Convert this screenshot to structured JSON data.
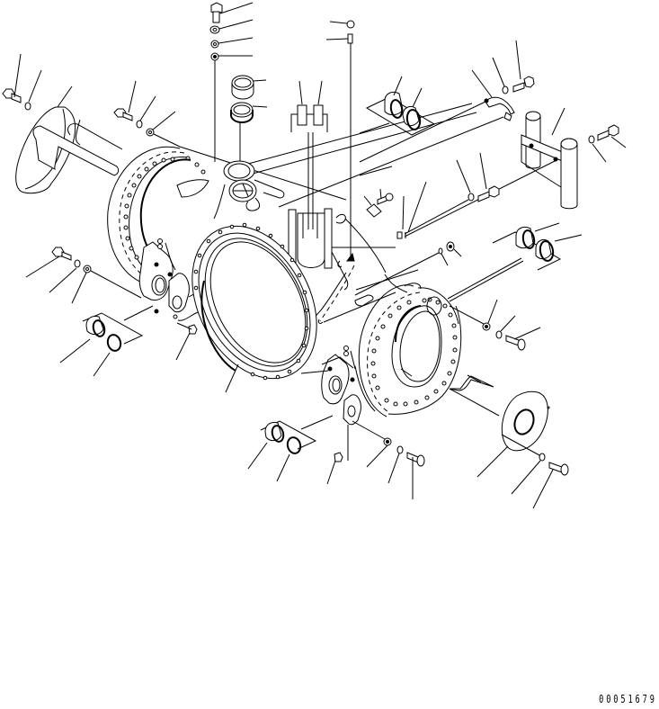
{
  "diagram": {
    "type": "exploded-parts-view",
    "subject": "axle housing assembly",
    "background_color": "#ffffff",
    "line_color": "#000000",
    "figure_id": "00051679",
    "parts": [
      {
        "name": "bolt-top-center"
      },
      {
        "name": "washer-top-center"
      },
      {
        "name": "washer-top-center-2"
      },
      {
        "name": "nut-top-center"
      },
      {
        "name": "bushing-top-1"
      },
      {
        "name": "bushing-top-2"
      },
      {
        "name": "shim-pair-top"
      },
      {
        "name": "grease-nipple-top-right"
      },
      {
        "name": "plug-top-right"
      },
      {
        "name": "bolt-left-cover"
      },
      {
        "name": "washer-left-cover"
      },
      {
        "name": "cover-left"
      },
      {
        "name": "bolt-left-housing"
      },
      {
        "name": "washer-left-housing"
      },
      {
        "name": "nut-left-housing"
      },
      {
        "name": "axle-housing"
      },
      {
        "name": "bushing-pair-upper-right"
      },
      {
        "name": "pipe-bend"
      },
      {
        "name": "washer-pipe"
      },
      {
        "name": "bolt-pipe"
      },
      {
        "name": "bracket-tube"
      },
      {
        "name": "washer-bracket"
      },
      {
        "name": "bolt-bracket"
      },
      {
        "name": "washer-middle-right"
      },
      {
        "name": "bolt-middle-right"
      },
      {
        "name": "plate-small"
      },
      {
        "name": "bolt-small"
      },
      {
        "name": "plug-small"
      },
      {
        "name": "bolt-left-pivot"
      },
      {
        "name": "washer-left-pivot"
      },
      {
        "name": "nut-left-pivot"
      },
      {
        "name": "bushing-pair-left"
      },
      {
        "name": "pin-left"
      },
      {
        "name": "gasket-ring-center"
      },
      {
        "name": "nipple-right"
      },
      {
        "name": "nut-right"
      },
      {
        "name": "washer-right"
      },
      {
        "name": "bolt-right"
      },
      {
        "name": "bushing-pair-lower-center"
      },
      {
        "name": "pin-lower-center"
      },
      {
        "name": "nut-lower-center"
      },
      {
        "name": "washer-lower-center"
      },
      {
        "name": "bolt-lower-center"
      },
      {
        "name": "cover-right"
      },
      {
        "name": "washer-right-cover"
      },
      {
        "name": "bolt-right-cover"
      }
    ]
  }
}
